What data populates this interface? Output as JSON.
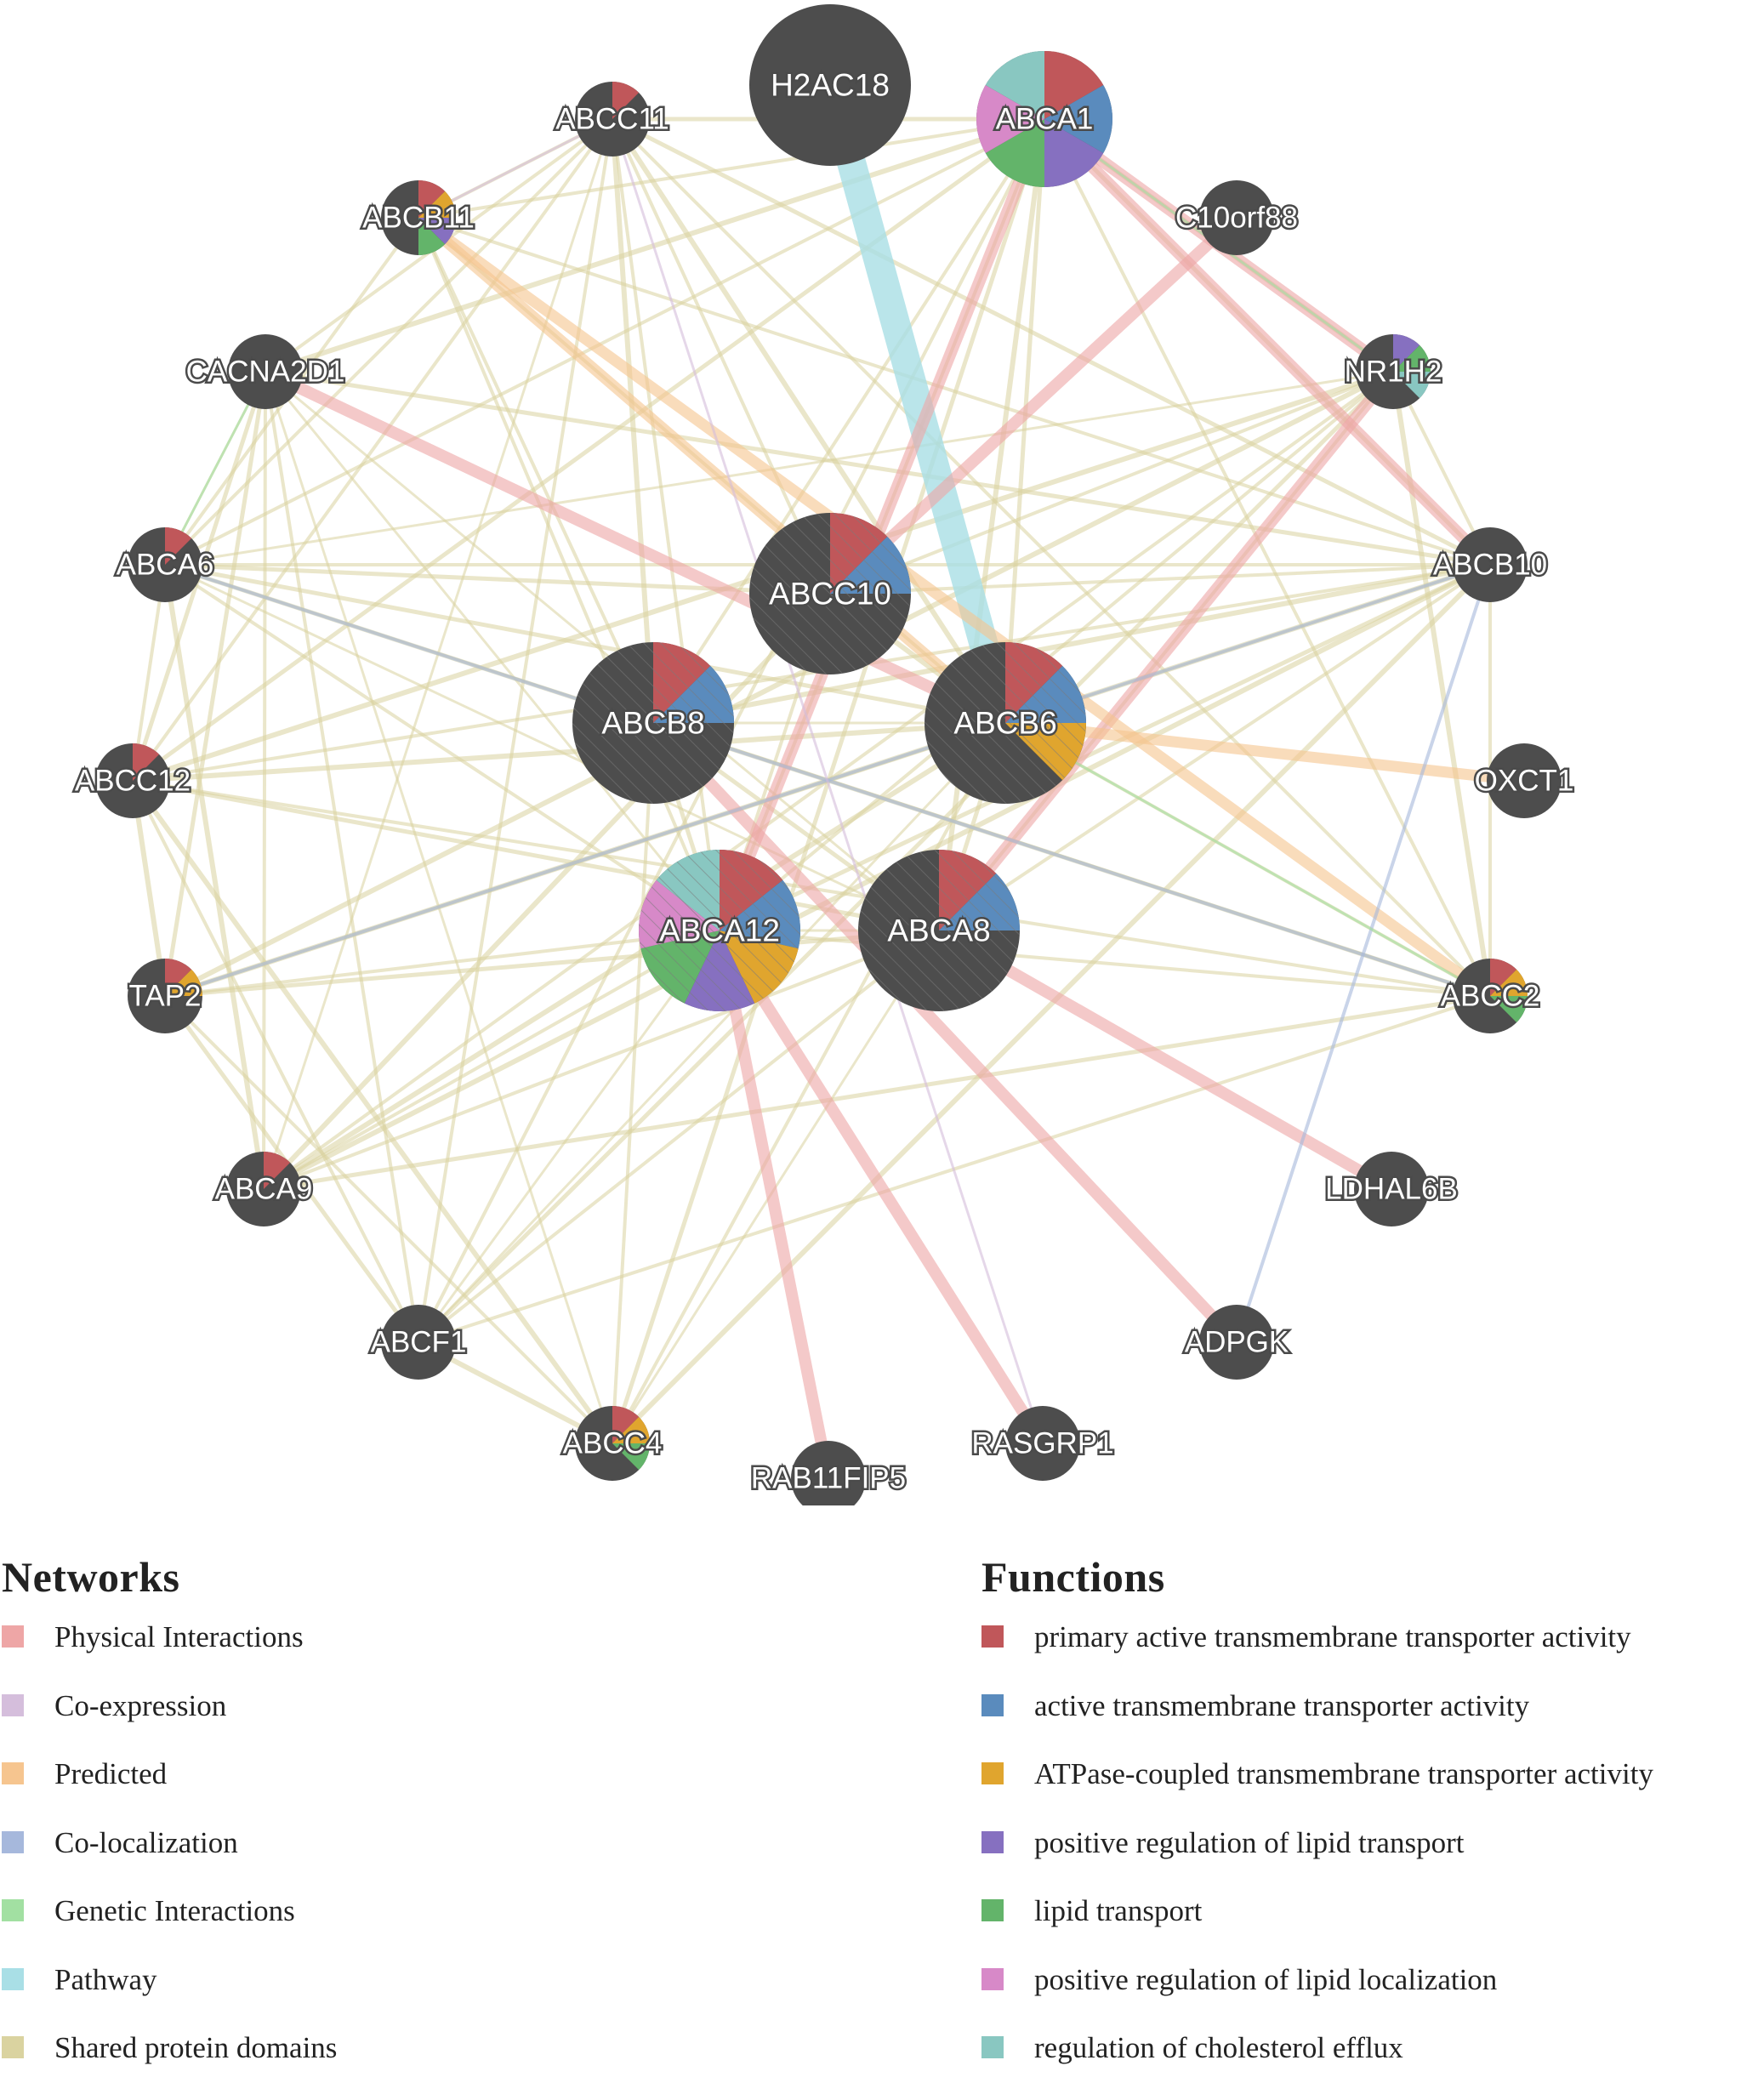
{
  "legend_networks": {
    "title": "Networks",
    "items": [
      {
        "label": "Physical Interactions",
        "color": "#eea6a6"
      },
      {
        "label": "Co-expression",
        "color": "#d5bedc"
      },
      {
        "label": "Predicted",
        "color": "#f6c58f"
      },
      {
        "label": "Co-localization",
        "color": "#a6b8dc"
      },
      {
        "label": "Genetic Interactions",
        "color": "#a2e0a2"
      },
      {
        "label": "Pathway",
        "color": "#a9dfe6"
      },
      {
        "label": "Shared protein domains",
        "color": "#dad3a0"
      }
    ]
  },
  "legend_functions": {
    "title": "Functions",
    "items": [
      {
        "label": "primary active transmembrane transporter activity",
        "color": "#c0575a"
      },
      {
        "label": "active transmembrane transporter activity",
        "color": "#5a8bbd"
      },
      {
        "label": "ATPase-coupled transmembrane transporter activity",
        "color": "#e0a52e"
      },
      {
        "label": "positive regulation of lipid transport",
        "color": "#8670c0"
      },
      {
        "label": "lipid transport",
        "color": "#63b46a"
      },
      {
        "label": "positive regulation of lipid localization",
        "color": "#d789c8"
      },
      {
        "label": "regulation of cholesterol efflux",
        "color": "#89c7c1"
      }
    ]
  },
  "nodes": [
    {
      "id": "H2AC18",
      "label": "H2AC18",
      "size": "large",
      "functions": []
    },
    {
      "id": "ABCA1",
      "label": "ABCA1",
      "size": "medium",
      "functions": [
        "primary",
        "active",
        "positive-regulation-lipid-transport",
        "lipid-transport",
        "positive-regulation-lipid-localization",
        "cholesterol-efflux"
      ]
    },
    {
      "id": "ABCC11",
      "label": "ABCC11",
      "size": "small",
      "functions": [
        "primary"
      ]
    },
    {
      "id": "C10orf88",
      "label": "C10orf88",
      "size": "small",
      "functions": []
    },
    {
      "id": "ABCB11",
      "label": "ABCB11",
      "size": "small",
      "functions": [
        "primary",
        "atpase",
        "positive-regulation-lipid-transport",
        "lipid-transport"
      ]
    },
    {
      "id": "NR1H2",
      "label": "NR1H2",
      "size": "small",
      "functions": [
        "positive-regulation-lipid-transport",
        "lipid-transport",
        "cholesterol-efflux"
      ]
    },
    {
      "id": "CACNA2D1",
      "label": "CACNA2D1",
      "size": "small",
      "functions": []
    },
    {
      "id": "ABCA6",
      "label": "ABCA6",
      "size": "small",
      "functions": [
        "primary"
      ]
    },
    {
      "id": "ABCB10",
      "label": "ABCB10",
      "size": "small",
      "functions": []
    },
    {
      "id": "ABCC10",
      "label": "ABCC10",
      "size": "large",
      "functions": [
        "primary",
        "active"
      ]
    },
    {
      "id": "ABCB8",
      "label": "ABCB8",
      "size": "large",
      "functions": [
        "primary",
        "active"
      ]
    },
    {
      "id": "ABCB6",
      "label": "ABCB6",
      "size": "large",
      "functions": [
        "primary",
        "active",
        "atpase"
      ]
    },
    {
      "id": "ABCC12",
      "label": "ABCC12",
      "size": "small",
      "functions": [
        "primary"
      ]
    },
    {
      "id": "OXCT1",
      "label": "OXCT1",
      "size": "small",
      "functions": []
    },
    {
      "id": "ABCA12",
      "label": "ABCA12",
      "size": "large",
      "functions": [
        "primary",
        "active",
        "atpase",
        "positive-regulation-lipid-transport",
        "lipid-transport",
        "positive-regulation-lipid-localization",
        "cholesterol-efflux"
      ]
    },
    {
      "id": "ABCA8",
      "label": "ABCA8",
      "size": "large",
      "functions": [
        "primary",
        "active"
      ]
    },
    {
      "id": "TAP2",
      "label": "TAP2",
      "size": "small",
      "functions": [
        "primary",
        "atpase"
      ]
    },
    {
      "id": "ABCC2",
      "label": "ABCC2",
      "size": "small",
      "functions": [
        "primary",
        "atpase",
        "lipid-transport"
      ]
    },
    {
      "id": "ABCA9",
      "label": "ABCA9",
      "size": "small",
      "functions": [
        "primary"
      ]
    },
    {
      "id": "LDHAL6B",
      "label": "LDHAL6B",
      "size": "small",
      "functions": []
    },
    {
      "id": "ABCF1",
      "label": "ABCF1",
      "size": "small",
      "functions": []
    },
    {
      "id": "ADPGK",
      "label": "ADPGK",
      "size": "small",
      "functions": []
    },
    {
      "id": "ABCC4",
      "label": "ABCC4",
      "size": "small",
      "functions": [
        "primary",
        "atpase",
        "lipid-transport"
      ]
    },
    {
      "id": "RASGRP1",
      "label": "RASGRP1",
      "size": "small",
      "functions": []
    },
    {
      "id": "RAB11FIP5",
      "label": "RAB11FIP5",
      "size": "small",
      "functions": []
    }
  ],
  "highlighted_edges": [
    {
      "source": "H2AC18",
      "target": "ABCB6",
      "type": "Pathway"
    },
    {
      "source": "ABCA1",
      "target": "ABCA12",
      "type": "Physical Interactions"
    },
    {
      "source": "ABCA1",
      "target": "NR1H2",
      "type": "Physical Interactions"
    },
    {
      "source": "ABCA1",
      "target": "ABCB10",
      "type": "Physical Interactions"
    },
    {
      "source": "C10orf88",
      "target": "ABCC10",
      "type": "Physical Interactions"
    },
    {
      "source": "NR1H2",
      "target": "ABCA8",
      "type": "Physical Interactions"
    },
    {
      "source": "ABCB11",
      "target": "ABCB6",
      "type": "Predicted"
    },
    {
      "source": "ABCB11",
      "target": "ABCC2",
      "type": "Predicted"
    },
    {
      "source": "CACNA2D1",
      "target": "ABCB6",
      "type": "Physical Interactions"
    },
    {
      "source": "ABCB6",
      "target": "OXCT1",
      "type": "Predicted"
    },
    {
      "source": "ABCA12",
      "target": "RASGRP1",
      "type": "Physical Interactions"
    },
    {
      "source": "ABCA12",
      "target": "RAB11FIP5",
      "type": "Physical Interactions"
    },
    {
      "source": "ABCA8",
      "target": "LDHAL6B",
      "type": "Physical Interactions"
    },
    {
      "source": "ABCB8",
      "target": "ADPGK",
      "type": "Physical Interactions"
    },
    {
      "source": "ABCB10",
      "target": "ADPGK",
      "type": "Co-localization"
    },
    {
      "source": "ABCA6",
      "target": "ABCC2",
      "type": "Co-localization"
    },
    {
      "source": "TAP2",
      "target": "ABCB10",
      "type": "Co-localization"
    },
    {
      "source": "ABCA6",
      "target": "CACNA2D1",
      "type": "Genetic Interactions"
    },
    {
      "source": "ABCA1",
      "target": "NR1H2",
      "type": "Genetic Interactions"
    },
    {
      "source": "ABCB6",
      "target": "ABCC2",
      "type": "Genetic Interactions"
    },
    {
      "source": "ABCC11",
      "target": "RASGRP1",
      "type": "Co-expression"
    },
    {
      "source": "ABCB11",
      "target": "ABCC11",
      "type": "Co-expression"
    }
  ]
}
